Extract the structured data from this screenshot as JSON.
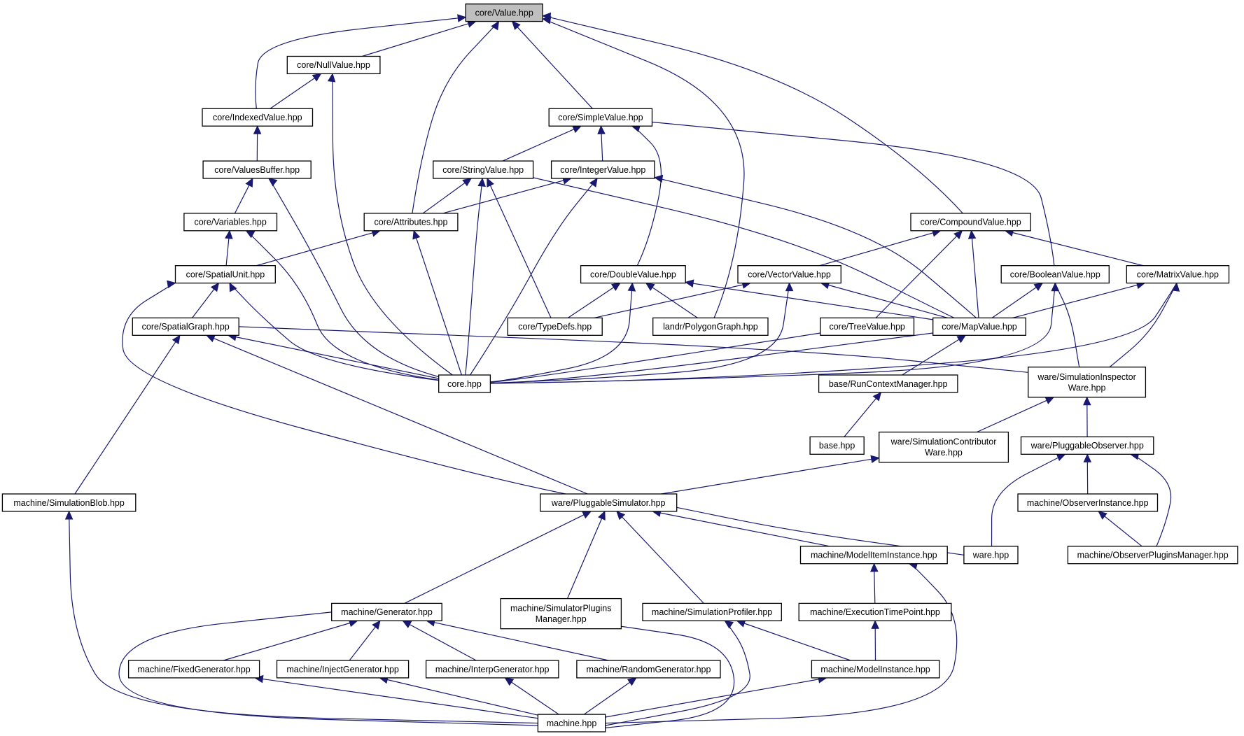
{
  "graph": {
    "root": "value",
    "nodes": [
      {
        "id": "value",
        "label": [
          "core/Value.hpp"
        ],
        "root": true
      },
      {
        "id": "nullvalue",
        "label": [
          "core/NullValue.hpp"
        ]
      },
      {
        "id": "indexed",
        "label": [
          "core/IndexedValue.hpp"
        ]
      },
      {
        "id": "simple",
        "label": [
          "core/SimpleValue.hpp"
        ]
      },
      {
        "id": "valuesbuffer",
        "label": [
          "core/ValuesBuffer.hpp"
        ]
      },
      {
        "id": "stringvalue",
        "label": [
          "core/StringValue.hpp"
        ]
      },
      {
        "id": "integervalue",
        "label": [
          "core/IntegerValue.hpp"
        ]
      },
      {
        "id": "variables",
        "label": [
          "core/Variables.hpp"
        ]
      },
      {
        "id": "attributes",
        "label": [
          "core/Attributes.hpp"
        ]
      },
      {
        "id": "compound",
        "label": [
          "core/CompoundValue.hpp"
        ]
      },
      {
        "id": "spatialunit",
        "label": [
          "core/SpatialUnit.hpp"
        ]
      },
      {
        "id": "doublevalue",
        "label": [
          "core/DoubleValue.hpp"
        ]
      },
      {
        "id": "vectorvalue",
        "label": [
          "core/VectorValue.hpp"
        ]
      },
      {
        "id": "booleanvalue",
        "label": [
          "core/BooleanValue.hpp"
        ]
      },
      {
        "id": "matrixvalue",
        "label": [
          "core/MatrixValue.hpp"
        ]
      },
      {
        "id": "spatialgraph",
        "label": [
          "core/SpatialGraph.hpp"
        ]
      },
      {
        "id": "typedefs",
        "label": [
          "core/TypeDefs.hpp"
        ]
      },
      {
        "id": "polygongraph",
        "label": [
          "landr/PolygonGraph.hpp"
        ]
      },
      {
        "id": "treevalue",
        "label": [
          "core/TreeValue.hpp"
        ]
      },
      {
        "id": "mapvalue",
        "label": [
          "core/MapValue.hpp"
        ]
      },
      {
        "id": "corehpp",
        "label": [
          "core.hpp"
        ]
      },
      {
        "id": "runcontext",
        "label": [
          "base/RunContextManager.hpp"
        ]
      },
      {
        "id": "siminspector",
        "label": [
          "ware/SimulationInspector",
          "Ware.hpp"
        ]
      },
      {
        "id": "basehpp",
        "label": [
          "base.hpp"
        ]
      },
      {
        "id": "simcontributor",
        "label": [
          "ware/SimulationContributor",
          "Ware.hpp"
        ]
      },
      {
        "id": "pluggableobserver",
        "label": [
          "ware/PluggableObserver.hpp"
        ]
      },
      {
        "id": "simblob",
        "label": [
          "machine/SimulationBlob.hpp"
        ]
      },
      {
        "id": "pluggablesim",
        "label": [
          "ware/PluggableSimulator.hpp"
        ]
      },
      {
        "id": "observerinstance",
        "label": [
          "machine/ObserverInstance.hpp"
        ]
      },
      {
        "id": "modeliteminstance",
        "label": [
          "machine/ModelItemInstance.hpp"
        ]
      },
      {
        "id": "warehpp",
        "label": [
          "ware.hpp"
        ]
      },
      {
        "id": "observerplugins",
        "label": [
          "machine/ObserverPluginsManager.hpp"
        ]
      },
      {
        "id": "generator",
        "label": [
          "machine/Generator.hpp"
        ]
      },
      {
        "id": "simplugins",
        "label": [
          "machine/SimulatorPlugins",
          "Manager.hpp"
        ]
      },
      {
        "id": "simprofiler",
        "label": [
          "machine/SimulationProfiler.hpp"
        ]
      },
      {
        "id": "exectime",
        "label": [
          "machine/ExecutionTimePoint.hpp"
        ]
      },
      {
        "id": "fixedgen",
        "label": [
          "machine/FixedGenerator.hpp"
        ]
      },
      {
        "id": "injectgen",
        "label": [
          "machine/InjectGenerator.hpp"
        ]
      },
      {
        "id": "interpgen",
        "label": [
          "machine/InterpGenerator.hpp"
        ]
      },
      {
        "id": "randomgen",
        "label": [
          "machine/RandomGenerator.hpp"
        ]
      },
      {
        "id": "modelinstance",
        "label": [
          "machine/ModelInstance.hpp"
        ]
      },
      {
        "id": "machinehpp",
        "label": [
          "machine.hpp"
        ]
      }
    ],
    "edges": [
      [
        "nullvalue",
        "value"
      ],
      [
        "indexed",
        "value"
      ],
      [
        "simple",
        "value"
      ],
      [
        "attributes",
        "value"
      ],
      [
        "polygongraph",
        "value"
      ],
      [
        "compound",
        "value"
      ],
      [
        "indexed",
        "nullvalue"
      ],
      [
        "corehpp",
        "nullvalue"
      ],
      [
        "valuesbuffer",
        "indexed"
      ],
      [
        "variables",
        "valuesbuffer"
      ],
      [
        "corehpp",
        "valuesbuffer"
      ],
      [
        "spatialunit",
        "variables"
      ],
      [
        "corehpp",
        "variables"
      ],
      [
        "stringvalue",
        "simple"
      ],
      [
        "integervalue",
        "simple"
      ],
      [
        "doublevalue",
        "simple"
      ],
      [
        "booleanvalue",
        "simple"
      ],
      [
        "attributes",
        "stringvalue"
      ],
      [
        "corehpp",
        "stringvalue"
      ],
      [
        "typedefs",
        "stringvalue"
      ],
      [
        "mapvalue",
        "stringvalue"
      ],
      [
        "attributes",
        "integervalue"
      ],
      [
        "corehpp",
        "integervalue"
      ],
      [
        "mapvalue",
        "integervalue"
      ],
      [
        "spatialunit",
        "attributes"
      ],
      [
        "corehpp",
        "attributes"
      ],
      [
        "spatialgraph",
        "spatialunit"
      ],
      [
        "corehpp",
        "spatialunit"
      ],
      [
        "pluggablesim",
        "spatialunit"
      ],
      [
        "vectorvalue",
        "compound"
      ],
      [
        "treevalue",
        "compound"
      ],
      [
        "mapvalue",
        "compound"
      ],
      [
        "matrixvalue",
        "compound"
      ],
      [
        "typedefs",
        "doublevalue"
      ],
      [
        "polygongraph",
        "doublevalue"
      ],
      [
        "corehpp",
        "doublevalue"
      ],
      [
        "mapvalue",
        "doublevalue"
      ],
      [
        "typedefs",
        "vectorvalue"
      ],
      [
        "corehpp",
        "vectorvalue"
      ],
      [
        "mapvalue",
        "vectorvalue"
      ],
      [
        "mapvalue",
        "booleanvalue"
      ],
      [
        "corehpp",
        "booleanvalue"
      ],
      [
        "siminspector",
        "booleanvalue"
      ],
      [
        "mapvalue",
        "matrixvalue"
      ],
      [
        "corehpp",
        "matrixvalue"
      ],
      [
        "siminspector",
        "matrixvalue"
      ],
      [
        "corehpp",
        "spatialgraph"
      ],
      [
        "siminspector",
        "spatialgraph"
      ],
      [
        "pluggablesim",
        "spatialgraph"
      ],
      [
        "simblob",
        "spatialgraph"
      ],
      [
        "corehpp",
        "treevalue"
      ],
      [
        "corehpp",
        "mapvalue"
      ],
      [
        "runcontext",
        "mapvalue"
      ],
      [
        "basehpp",
        "runcontext"
      ],
      [
        "simcontributor",
        "siminspector"
      ],
      [
        "pluggableobserver",
        "siminspector"
      ],
      [
        "pluggablesim",
        "simcontributor"
      ],
      [
        "observerinstance",
        "pluggableobserver"
      ],
      [
        "warehpp",
        "pluggableobserver"
      ],
      [
        "observerplugins",
        "pluggableobserver"
      ],
      [
        "observerplugins",
        "observerinstance"
      ],
      [
        "machinehpp",
        "simblob"
      ],
      [
        "generator",
        "pluggablesim"
      ],
      [
        "simplugins",
        "pluggablesim"
      ],
      [
        "simprofiler",
        "pluggablesim"
      ],
      [
        "modeliteminstance",
        "pluggablesim"
      ],
      [
        "warehpp",
        "pluggablesim"
      ],
      [
        "exectime",
        "modeliteminstance"
      ],
      [
        "machinehpp",
        "modeliteminstance"
      ],
      [
        "fixedgen",
        "generator"
      ],
      [
        "injectgen",
        "generator"
      ],
      [
        "interpgen",
        "generator"
      ],
      [
        "randomgen",
        "generator"
      ],
      [
        "machinehpp",
        "generator"
      ],
      [
        "machinehpp",
        "simplugins"
      ],
      [
        "modelinstance",
        "simprofiler"
      ],
      [
        "machinehpp",
        "simprofiler"
      ],
      [
        "modelinstance",
        "exectime"
      ],
      [
        "machinehpp",
        "fixedgen"
      ],
      [
        "machinehpp",
        "injectgen"
      ],
      [
        "machinehpp",
        "interpgen"
      ],
      [
        "machinehpp",
        "randomgen"
      ],
      [
        "machinehpp",
        "modelinstance"
      ]
    ]
  },
  "colors": {
    "edge": "#191970",
    "node_border": "#000000",
    "node_fill": "#ffffff",
    "root_fill": "#bfbfbf"
  }
}
